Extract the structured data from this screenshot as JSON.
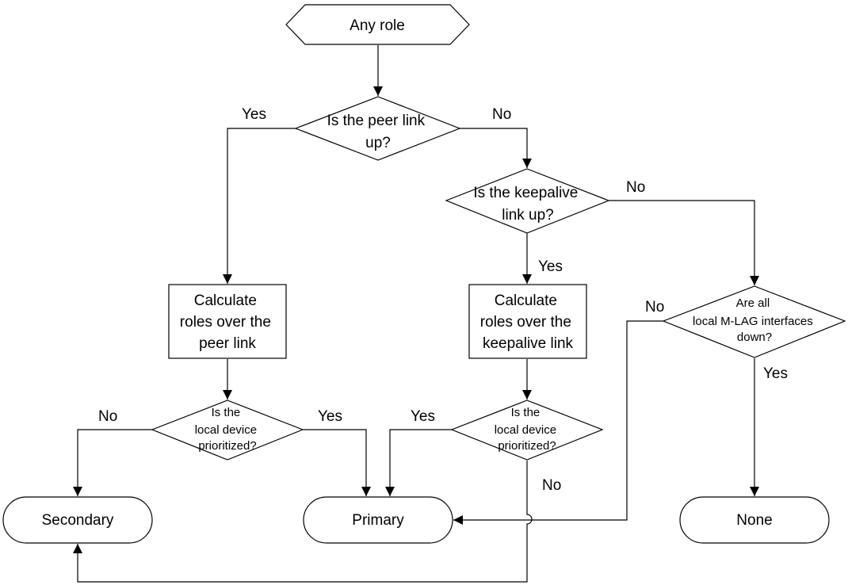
{
  "nodes": {
    "start": "Any role",
    "q_peer": [
      "Is the peer link",
      "up?"
    ],
    "q_keepalive": [
      "Is the keepalive",
      "link up?"
    ],
    "calc_peer": [
      "Calculate",
      "roles over the",
      "peer link"
    ],
    "calc_keepalive": [
      "Calculate",
      "roles over the",
      "keepalive link"
    ],
    "q_local_left": [
      "Is the",
      "local device",
      "prioritized?"
    ],
    "q_local_right": [
      "Is the",
      "local device",
      "prioritized?"
    ],
    "q_interfaces": [
      "Are all",
      "local M-LAG interfaces",
      "down?"
    ],
    "secondary": "Secondary",
    "primary": "Primary",
    "none": "None"
  },
  "edge_labels": {
    "peer_yes": "Yes",
    "peer_no": "No",
    "keepalive_no": "No",
    "keepalive_yes": "Yes",
    "interfaces_no": "No",
    "interfaces_yes": "Yes",
    "local_left_no": "No",
    "local_left_yes": "Yes",
    "local_right_yes": "Yes",
    "local_right_no": "No"
  }
}
